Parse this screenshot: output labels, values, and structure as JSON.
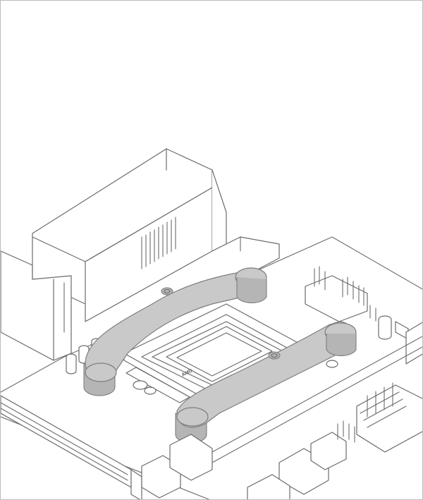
{
  "figure": {
    "cpu_marking": "AMD",
    "colors": {
      "outline": "#6b6b6b",
      "bracket_fill": "#c9c9c9",
      "background": "#ffffff",
      "border": "#bdbdbd"
    },
    "icons": [
      "motherboard-illustration",
      "cooler-retention-bracket",
      "cpu-socket",
      "capacitor",
      "pin-header",
      "power-connector",
      "pcie-slot",
      "sata-port"
    ]
  }
}
